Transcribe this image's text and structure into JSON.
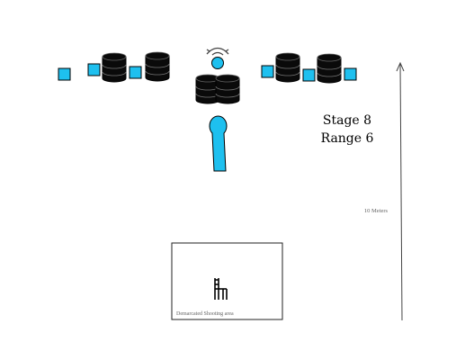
{
  "stage_info": {
    "stage": "Stage 8",
    "range": "Range 6"
  },
  "distance_label": "10 Meters",
  "shooting_area": {
    "label": "Demarcated Shooting area"
  },
  "colors": {
    "target": "#1ec0ef",
    "barrel": "#0a0a0a",
    "outline": "#000000",
    "arrow": "#444444"
  },
  "icons": {
    "rotate": "rotate-arrow-icon",
    "chair": "chair-icon"
  }
}
